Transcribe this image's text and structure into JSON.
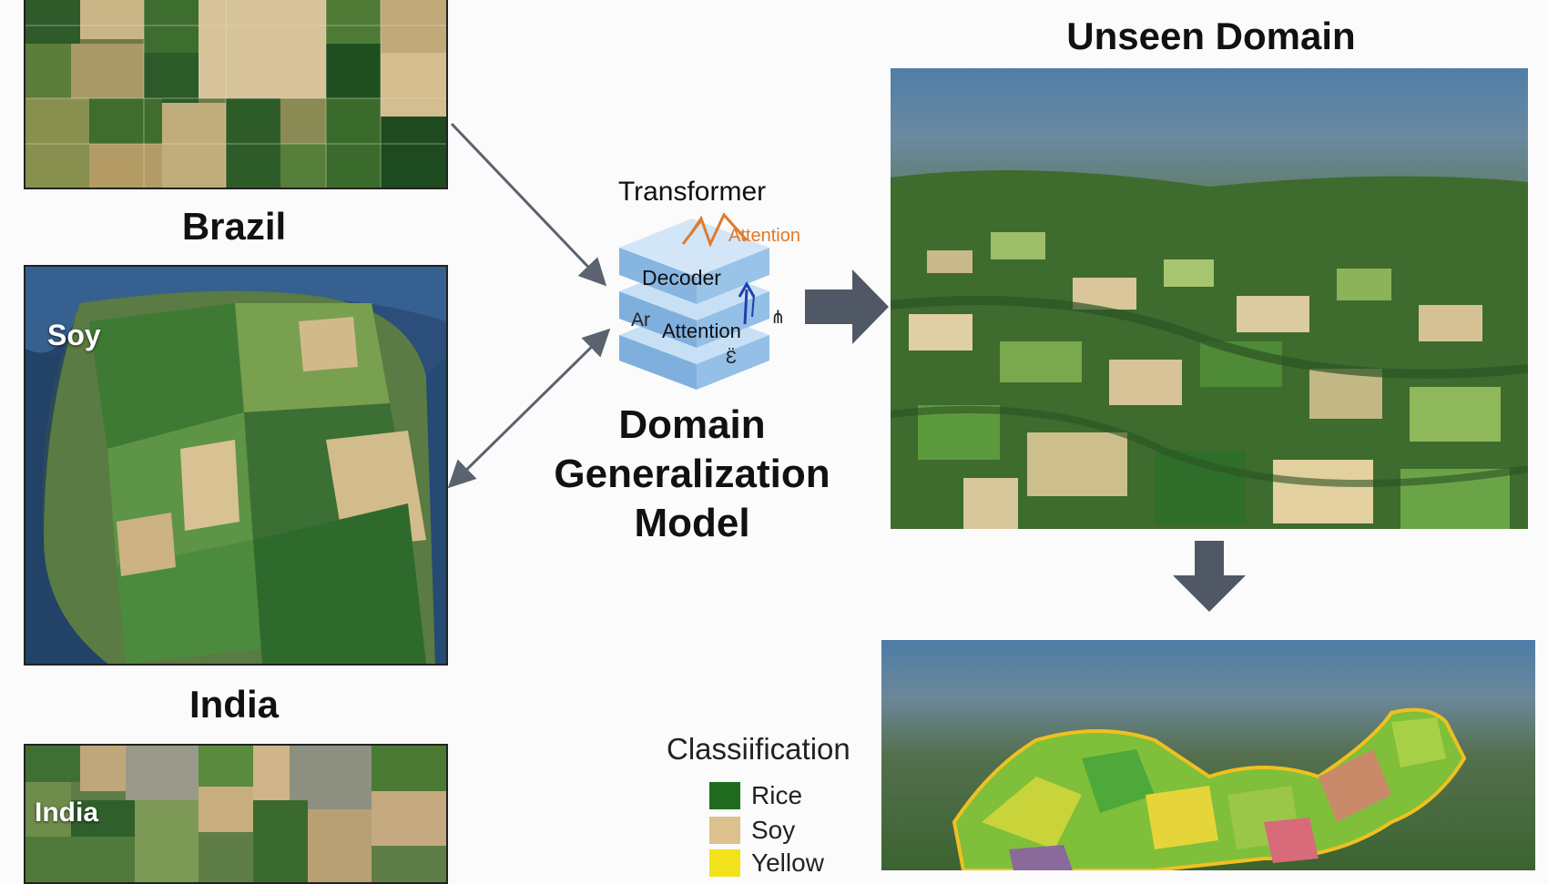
{
  "left_panel": {
    "label_brazil": "Brazil",
    "label_india": "India",
    "overlay_soy": "Soy",
    "overlay_india": "India"
  },
  "center": {
    "transformer_label": "Transformer",
    "attention_top": "Attention",
    "decoder_label": "Decoder",
    "layer_attention": "Attention",
    "layer_left_fragment": "Ar",
    "fragment_right": "⋔",
    "fragment_bottom": "Ɛ̈",
    "title_lines": [
      "Domain",
      "Generalization",
      "Model"
    ]
  },
  "right_panel": {
    "title": "Unseen Domain"
  },
  "legend": {
    "title": "Classiification",
    "items": [
      {
        "label": "Rice",
        "color": "#1f6b1f"
      },
      {
        "label": "Soy",
        "color": "#dcc08e"
      },
      {
        "label": "Yellow",
        "color": "#f2e21a"
      }
    ]
  },
  "colors": {
    "arrow": "#5b6270",
    "block_arrow": "#505866",
    "stack_blue": "#a9cdee",
    "attention_orange": "#e07a2c"
  }
}
